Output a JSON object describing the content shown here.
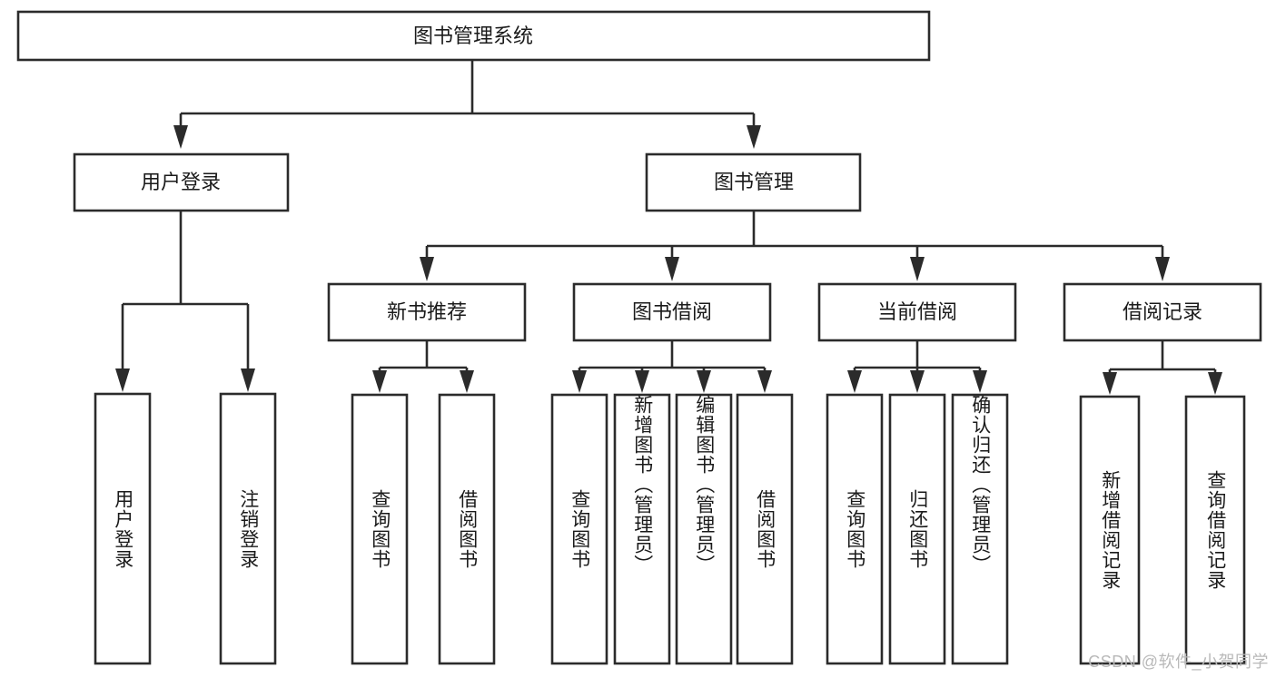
{
  "diagram": {
    "type": "tree-hierarchy",
    "title": "图书管理系统",
    "watermark": "CSDN @软件_小贺同学",
    "colors": {
      "stroke": "#2b2b2b",
      "box_fill": "#ffffff",
      "text": "#1a1a1a",
      "background": "#ffffff",
      "watermark": "#b9b9b9"
    },
    "root": {
      "label": "图书管理系统",
      "orientation": "horizontal"
    },
    "level2": [
      {
        "label": "用户登录",
        "orientation": "horizontal"
      },
      {
        "label": "图书管理",
        "orientation": "horizontal"
      }
    ],
    "level3": [
      {
        "label": "新书推荐",
        "orientation": "horizontal"
      },
      {
        "label": "图书借阅",
        "orientation": "horizontal"
      },
      {
        "label": "当前借阅",
        "orientation": "horizontal"
      },
      {
        "label": "借阅记录",
        "orientation": "horizontal"
      }
    ],
    "leaves": {
      "user_login": [
        {
          "label": "用户登录",
          "orientation": "vertical"
        },
        {
          "label": "注销登录",
          "orientation": "vertical"
        }
      ],
      "new_book_recommend": [
        {
          "label": "查询图书",
          "orientation": "vertical"
        },
        {
          "label": "借阅图书",
          "orientation": "vertical"
        }
      ],
      "book_borrow": [
        {
          "label": "查询图书",
          "orientation": "vertical"
        },
        {
          "label": "新增图书（管理员）",
          "orientation": "vertical"
        },
        {
          "label": "编辑图书（管理员）",
          "orientation": "vertical"
        },
        {
          "label": "借阅图书",
          "orientation": "vertical"
        }
      ],
      "current_borrow": [
        {
          "label": "查询图书",
          "orientation": "vertical"
        },
        {
          "label": "归还图书",
          "orientation": "vertical"
        },
        {
          "label": "确认归还（管理员）",
          "orientation": "vertical"
        }
      ],
      "borrow_record": [
        {
          "label": "新增借阅记录",
          "orientation": "vertical"
        },
        {
          "label": "查询借阅记录",
          "orientation": "vertical"
        }
      ]
    }
  }
}
